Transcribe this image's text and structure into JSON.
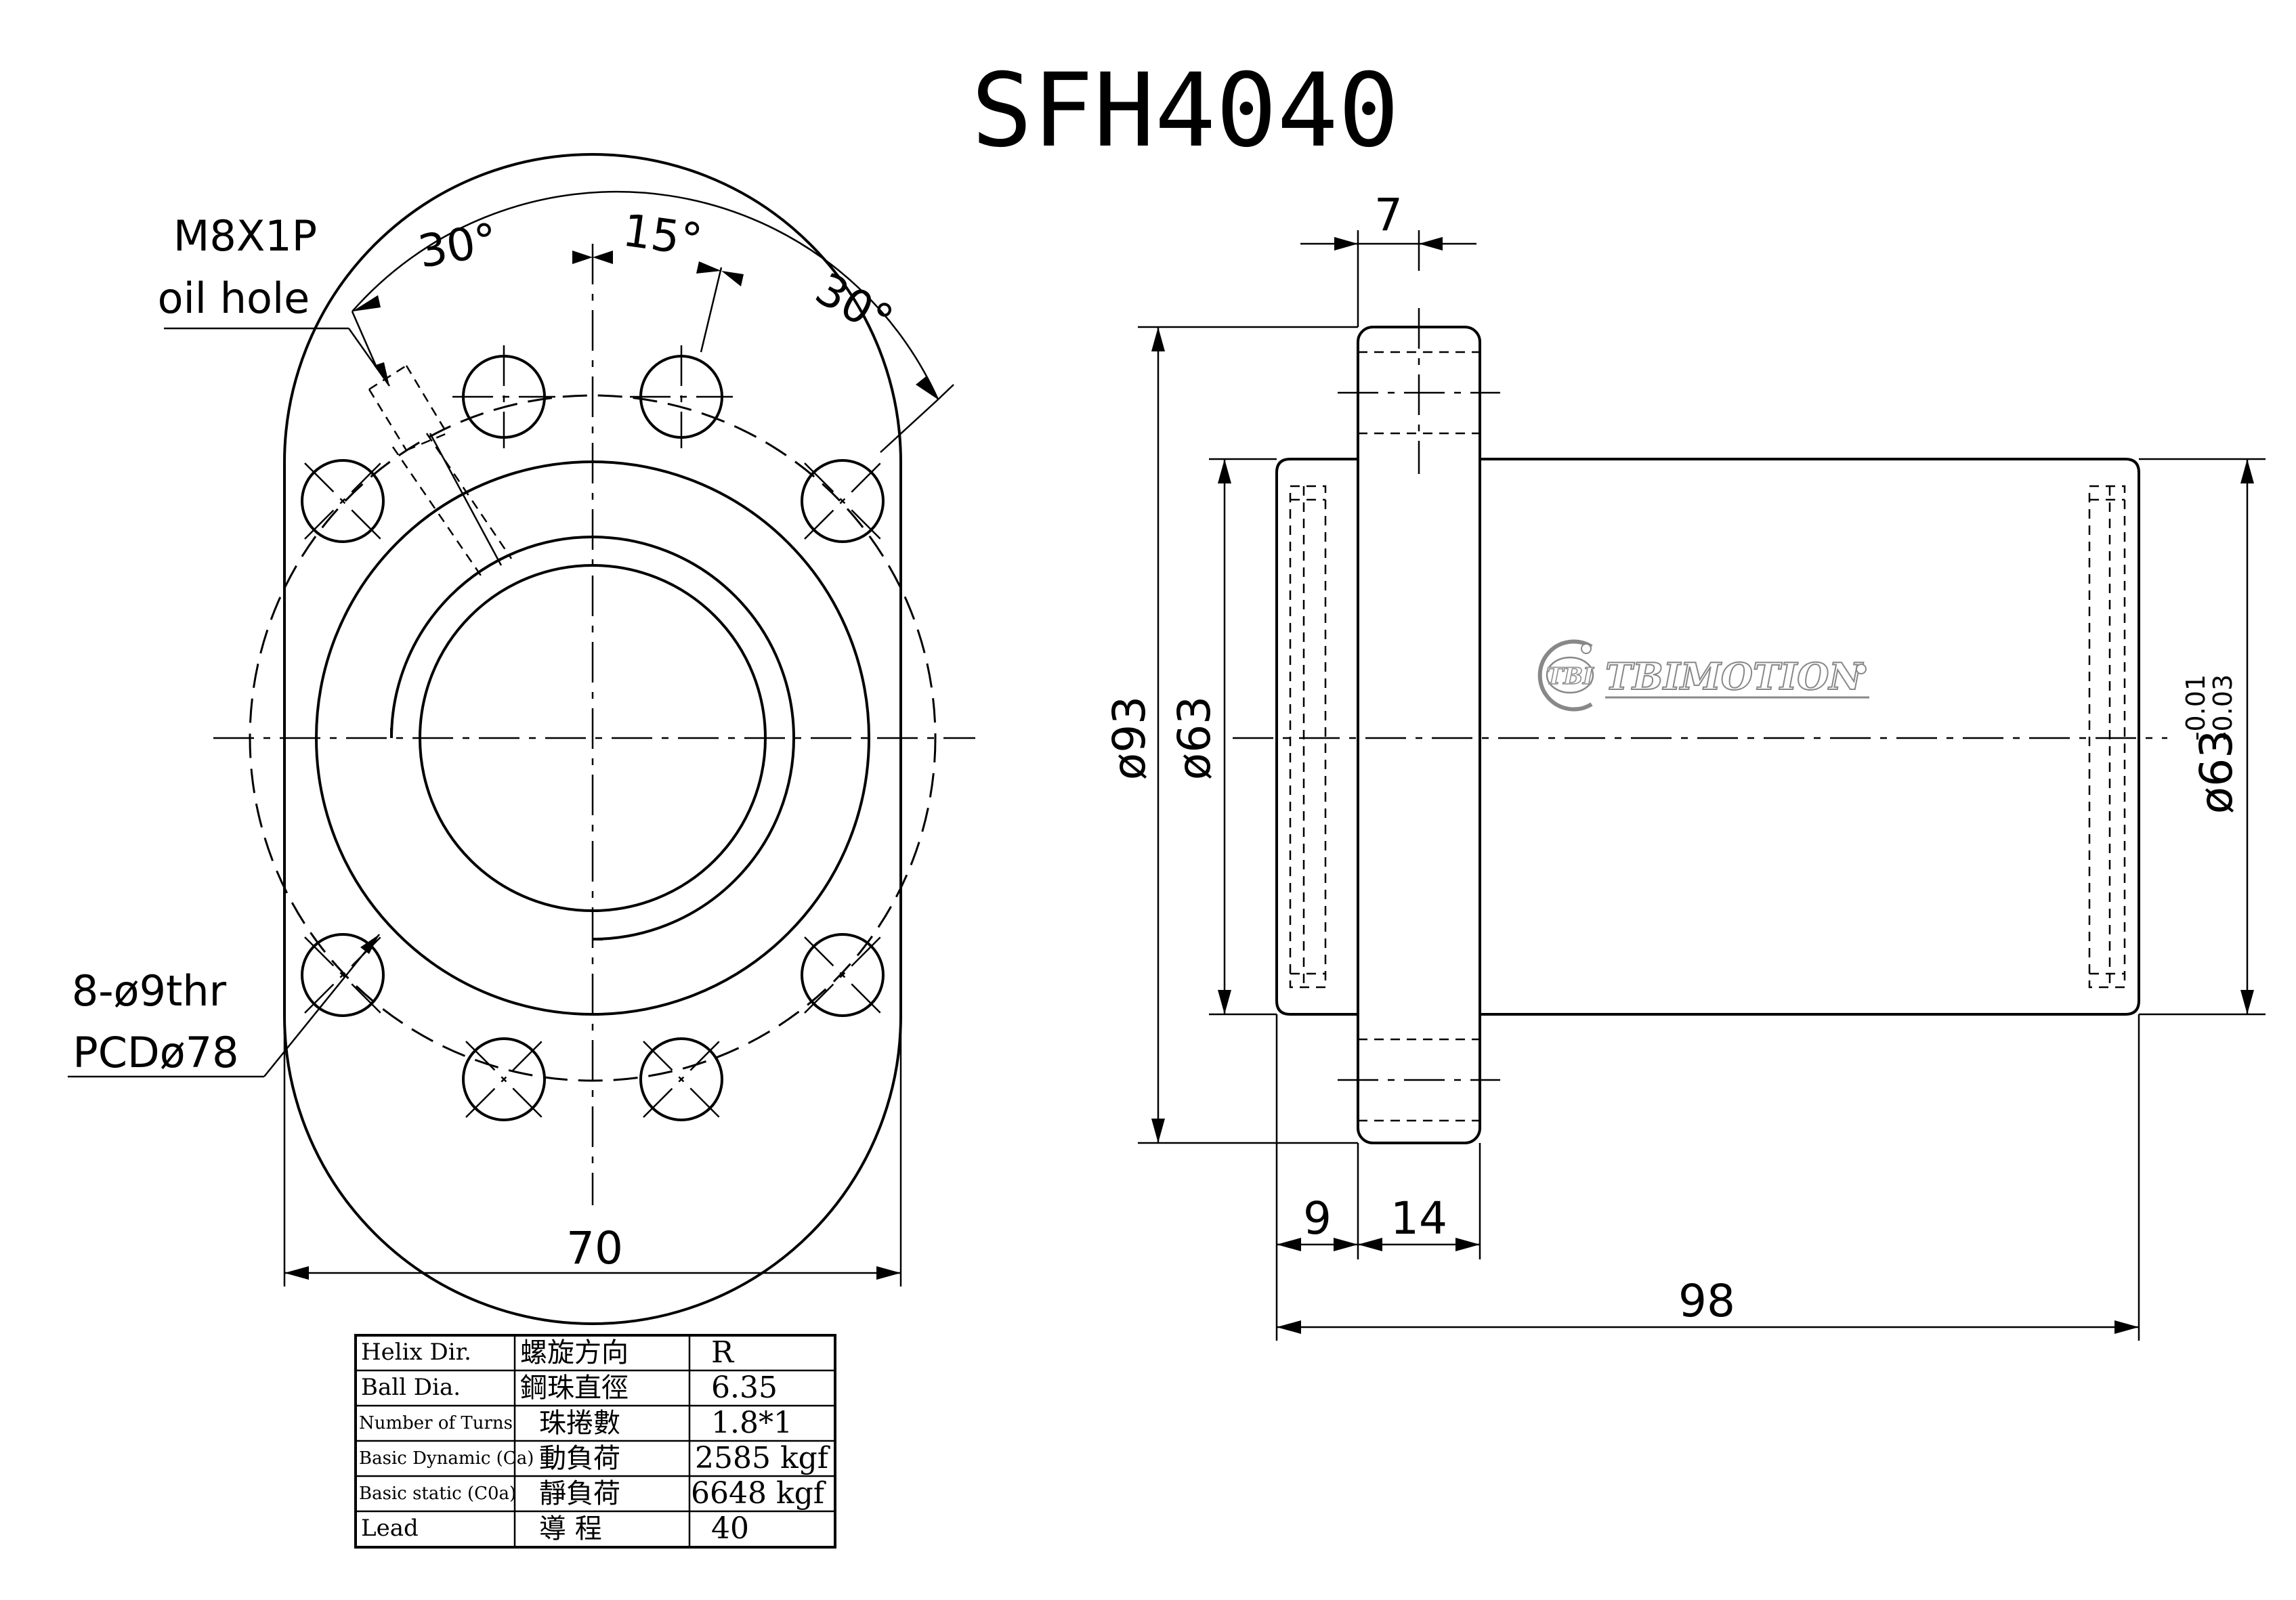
{
  "title": "SFH4040",
  "front_view": {
    "oil_hole": {
      "line1": "M8X1P",
      "line2": "oil hole"
    },
    "angle_left": "30°",
    "angle_mid": "15°",
    "angle_right": "30°",
    "holes": {
      "line1": "8-ø9thr",
      "line2": "PCDø78"
    },
    "width": "70"
  },
  "side_view": {
    "flange_thickness": "7",
    "flange_dia": "ø93",
    "body_dia": "ø63",
    "fit_dia": "ø63",
    "fit_tol_upper": "-0.01",
    "fit_tol_lower": "-0.03",
    "spigot_len": "9",
    "flange_len": "14",
    "total_len": "98"
  },
  "logo": {
    "badge": "TBI",
    "name": "TBIMOTION"
  },
  "spec_table": {
    "rows": [
      {
        "en": "Helix  Dir.",
        "cn": "螺旋方向",
        "val": "R"
      },
      {
        "en": "Ball Dia.",
        "cn": "鋼珠直徑",
        "val": "6.35"
      },
      {
        "en": "Number of Turns",
        "cn": "珠捲數",
        "val": "1.8*1"
      },
      {
        "en": "Basic Dynamic (Ca)",
        "cn": "動負荷",
        "val": "2585 kgf"
      },
      {
        "en": "Basic static (C0a)",
        "cn": "靜負荷",
        "val": "6648 kgf"
      },
      {
        "en": "Lead",
        "cn": "導  程",
        "val": "40"
      }
    ]
  }
}
